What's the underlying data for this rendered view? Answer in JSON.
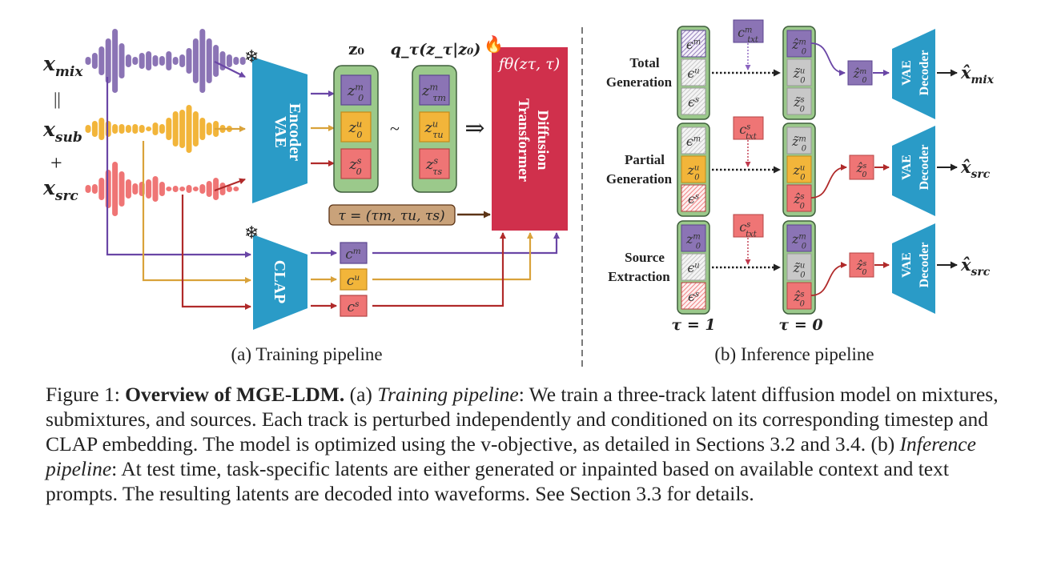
{
  "colors": {
    "mix": "#8b74b5",
    "sub": "#f2b53a",
    "src": "#ef7575",
    "mix_line": "#6a46a6",
    "sub_line": "#d9a23a",
    "src_line": "#b02a2a",
    "latent_box": "#9bc98b",
    "latent_box_border": "#3f5f3c",
    "encoder": "#2a9bc7",
    "transformer": "#d0304c",
    "tau_box": "#c9a27a",
    "tau_arrow": "#5c3416",
    "gray_latent": "#c8c8c8"
  },
  "training": {
    "inputs": [
      {
        "label": "x",
        "sub": "mix"
      },
      {
        "label": "x",
        "sub": "sub"
      },
      {
        "label": "x",
        "sub": "src"
      }
    ],
    "operators": [
      "||",
      "+"
    ],
    "encoder_label_1": "VAE",
    "encoder_label_2": "Encoder",
    "frozen_icon": "❄",
    "z0_header": "z₀",
    "q_header": "q_τ(z_τ|z₀)",
    "z0_latents": [
      {
        "base": "z",
        "sup": "m",
        "sub": "0"
      },
      {
        "base": "z",
        "sup": "u",
        "sub": "0"
      },
      {
        "base": "z",
        "sup": "s",
        "sub": "0"
      }
    ],
    "tilde": "~",
    "implies": "⇒",
    "zt_latents": [
      {
        "base": "z",
        "sup": "m",
        "sub": "τm"
      },
      {
        "base": "z",
        "sup": "u",
        "sub": "τu"
      },
      {
        "base": "z",
        "sup": "s",
        "sub": "τs"
      }
    ],
    "tau_text": "τ = (τm, τu, τs)",
    "transformer_func": "fθ(zτ, τ)",
    "transformer_label_1": "Diffusion",
    "transformer_label_2": "Transformer",
    "trainable_icon": "🔥",
    "clap_label": "CLAP",
    "clap_outputs": [
      {
        "base": "c",
        "sup": "m"
      },
      {
        "base": "c",
        "sup": "u"
      },
      {
        "base": "c",
        "sup": "s"
      }
    ],
    "caption": "(a) Training pipeline"
  },
  "inference": {
    "rows": [
      {
        "task_line1": "Total",
        "task_line2": "Generation",
        "prompt": {
          "base": "c",
          "sup": "m",
          "sub": "txt"
        },
        "start": [
          {
            "base": "ϵ",
            "sup": "m",
            "kind": "noise-mix"
          },
          {
            "base": "ϵ",
            "sup": "u",
            "kind": "noise-gray"
          },
          {
            "base": "ϵ",
            "sup": "s",
            "kind": "noise-gray"
          }
        ],
        "end": [
          {
            "base": "ẑ",
            "sup": "m",
            "sub": "0",
            "kind": "mix"
          },
          {
            "base": "z̃",
            "sup": "u",
            "sub": "0",
            "kind": "gray"
          },
          {
            "base": "z̃",
            "sup": "s",
            "sub": "0",
            "kind": "gray"
          }
        ],
        "selected_index": 0,
        "selected": {
          "base": "ẑ",
          "sup": "m",
          "sub": "0",
          "kind": "mix"
        },
        "decoder_1": "VAE",
        "decoder_2": "Decoder",
        "output": {
          "base": "x̂",
          "sub": "mix"
        }
      },
      {
        "task_line1": "Partial",
        "task_line2": "Generation",
        "prompt": {
          "base": "c",
          "sup": "s",
          "sub": "txt"
        },
        "start": [
          {
            "base": "ϵ",
            "sup": "m",
            "kind": "noise-gray"
          },
          {
            "base": "z",
            "sup": "u",
            "sub": "0",
            "kind": "sub"
          },
          {
            "base": "ϵ",
            "sup": "s",
            "kind": "noise-src"
          }
        ],
        "end": [
          {
            "base": "z̃",
            "sup": "m",
            "sub": "0",
            "kind": "gray"
          },
          {
            "base": "z",
            "sup": "u",
            "sub": "0",
            "kind": "sub"
          },
          {
            "base": "ẑ",
            "sup": "s",
            "sub": "0",
            "kind": "src"
          }
        ],
        "selected_index": 2,
        "selected": {
          "base": "ẑ",
          "sup": "s",
          "sub": "0",
          "kind": "src"
        },
        "decoder_1": "VAE",
        "decoder_2": "Decoder",
        "output": {
          "base": "x̂",
          "sub": "src"
        }
      },
      {
        "task_line1": "Source",
        "task_line2": "Extraction",
        "prompt": {
          "base": "c",
          "sup": "s",
          "sub": "txt"
        },
        "start": [
          {
            "base": "z",
            "sup": "m",
            "sub": "0",
            "kind": "mix"
          },
          {
            "base": "ϵ",
            "sup": "u",
            "kind": "noise-gray"
          },
          {
            "base": "ϵ",
            "sup": "s",
            "kind": "noise-src"
          }
        ],
        "end": [
          {
            "base": "z",
            "sup": "m",
            "sub": "0",
            "kind": "mix"
          },
          {
            "base": "z̃",
            "sup": "u",
            "sub": "0",
            "kind": "gray"
          },
          {
            "base": "ẑ",
            "sup": "s",
            "sub": "0",
            "kind": "src"
          }
        ],
        "selected_index": 2,
        "selected": {
          "base": "ẑ",
          "sup": "s",
          "sub": "0",
          "kind": "src"
        },
        "decoder_1": "VAE",
        "decoder_2": "Decoder",
        "output": {
          "base": "x̂",
          "sub": "src"
        }
      }
    ],
    "tau_start": "τ = 1",
    "tau_end": "τ = 0",
    "caption": "(b) Inference pipeline"
  },
  "figure_caption": {
    "label": "Figure 1:",
    "title": "Overview of MGE-LDM.",
    "part_a_tag": "(a)",
    "part_a_name": "Training pipeline",
    "part_a_text": ": We train a three-track latent diffusion model on mixtures, submixtures, and sources. Each track is perturbed independently and conditioned on its corresponding timestep and CLAP embedding. The model is optimized using the v-objective, as detailed in Sections 3.2 and 3.4.",
    "part_b_tag": "(b)",
    "part_b_name": "Inference pipeline",
    "part_b_text": ": At test time, task-specific latents are either generated or inpainted based on available context and text prompts. The resulting latents are decoded into waveforms. See Section 3.3 for details."
  }
}
